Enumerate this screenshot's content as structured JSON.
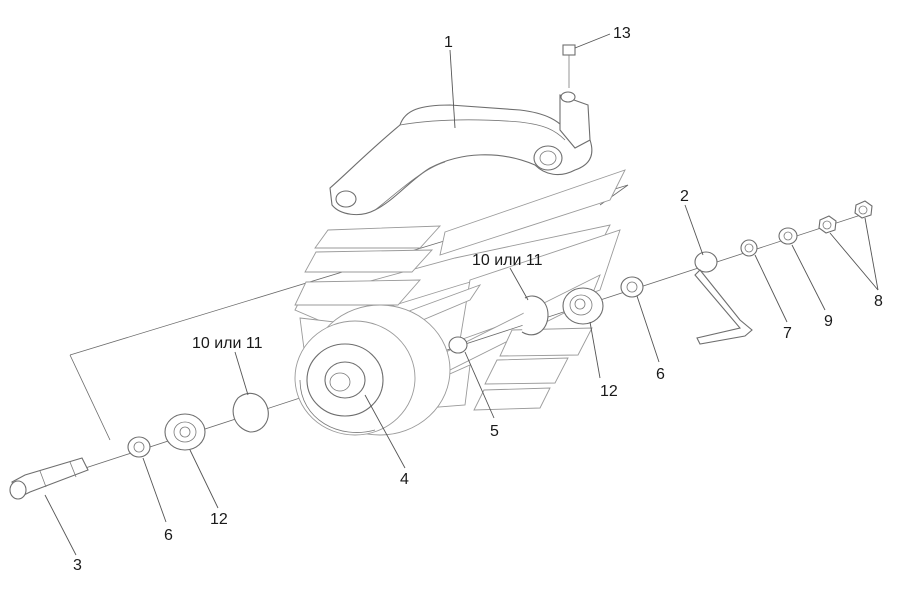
{
  "diagram": {
    "callouts": {
      "c1": "1",
      "c2": "2",
      "c3": "3",
      "c4": "4",
      "c5": "5",
      "c6a": "6",
      "c6b": "6",
      "c7": "7",
      "c8": "8",
      "c9": "9",
      "c12a": "12",
      "c12b": "12",
      "c13": "13",
      "c10a": "10 или 11",
      "c10b": "10 или 11"
    }
  }
}
